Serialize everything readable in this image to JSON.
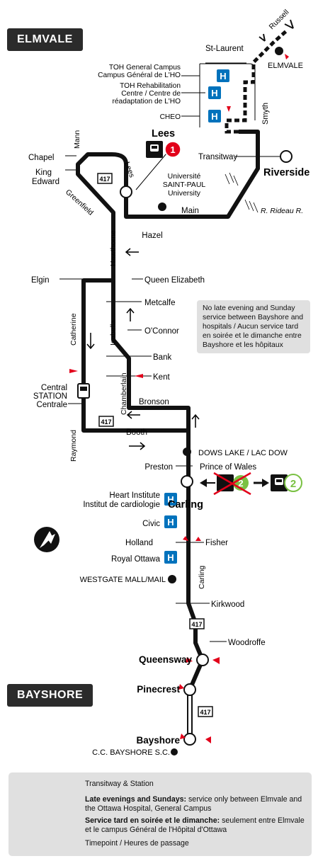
{
  "terminals": {
    "north": "ELMVALE",
    "south": "BAYSHORE"
  },
  "stations": {
    "lees": "Lees",
    "riverside": "Riverside",
    "carling": "Carling",
    "queensway": "Queensway",
    "pinecrest": "Pinecrest",
    "bayshore": "Bayshore"
  },
  "route_badges": {
    "line1": "1",
    "line2": "2"
  },
  "streets": {
    "russell": "Russell",
    "st_laurent": "St-Laurent",
    "elmvale": "ELMVALE",
    "smyth": "Smyth",
    "mann": "Mann",
    "chapel": "Chapel",
    "king_edward_1": "King",
    "king_edward_2": "Edward",
    "lees": "Lees",
    "greenfield": "Greenfield",
    "transitway": "Transitway",
    "univ_1": "Université",
    "univ_2": "SAINT-PAUL",
    "univ_3": "University",
    "main": "Main",
    "hazel": "Hazel",
    "rideau": "R. Rideau R.",
    "hawthorne": "Hawthorne",
    "elgin": "Elgin",
    "queen_elizabeth": "Queen Elizabeth",
    "metcalfe": "Metcalfe",
    "catherine": "Catherine",
    "isabella": "Isabella",
    "oconnor": "O'Connor",
    "bank": "Bank",
    "kent": "Kent",
    "chamberlain": "Chamberlain",
    "central_1": "Central",
    "central_2": "STATION",
    "central_3": "Centrale",
    "bronson": "Bronson",
    "raymond": "Raymond",
    "booth": "Booth",
    "dows_lake": "DOWS LAKE / LAC DOW",
    "preston": "Preston",
    "prince_of_wales": "Prince of Wales",
    "heart_1": "Heart Institute",
    "heart_2": "Institut de cardiologie",
    "civic": "Civic",
    "holland": "Holland",
    "fisher": "Fisher",
    "royal_ottawa": "Royal Ottawa",
    "westgate": "WESTGATE MALL/MAIL",
    "carling_st": "Carling",
    "kirkwood": "Kirkwood",
    "woodroffe": "Woodroffe",
    "cc_bayshore": "C.C. BAYSHORE S.C.",
    "hwy": "417"
  },
  "hospitals": {
    "toh_gen_1": "TOH General Campus",
    "toh_gen_2": "Campus Général de L'HO",
    "toh_reh_1": "TOH Rehabilitation",
    "toh_reh_2": "Centre / Centre de",
    "toh_reh_3": "réadaptation de L'HO",
    "cheo": "CHEO",
    "h": "H"
  },
  "note": "No late evening and Sunday service between Bayshore and hospitals / Aucun service tard en soirée et le dimanche entre Bayshore et les hôpitaux",
  "legend": {
    "transitway": "Transitway & Station",
    "late_en_bold": "Late evenings and Sundays:",
    "late_en": " service only between Elmvale and the Ottawa Hospital, General Campus",
    "late_fr_bold": "Service tard en soirée et le dimanche:",
    "late_fr": " seulement entre Elmvale et le campus Général de l'Hôpital d'Ottawa",
    "timepoint": "Timepoint / Heures de passage"
  },
  "colors": {
    "route": "#111111",
    "timepoint": "#e2001a",
    "hospital": "#0072bc",
    "line1": "#e2001a",
    "line2": "#7ac143",
    "panel": "#e0e0e0"
  }
}
